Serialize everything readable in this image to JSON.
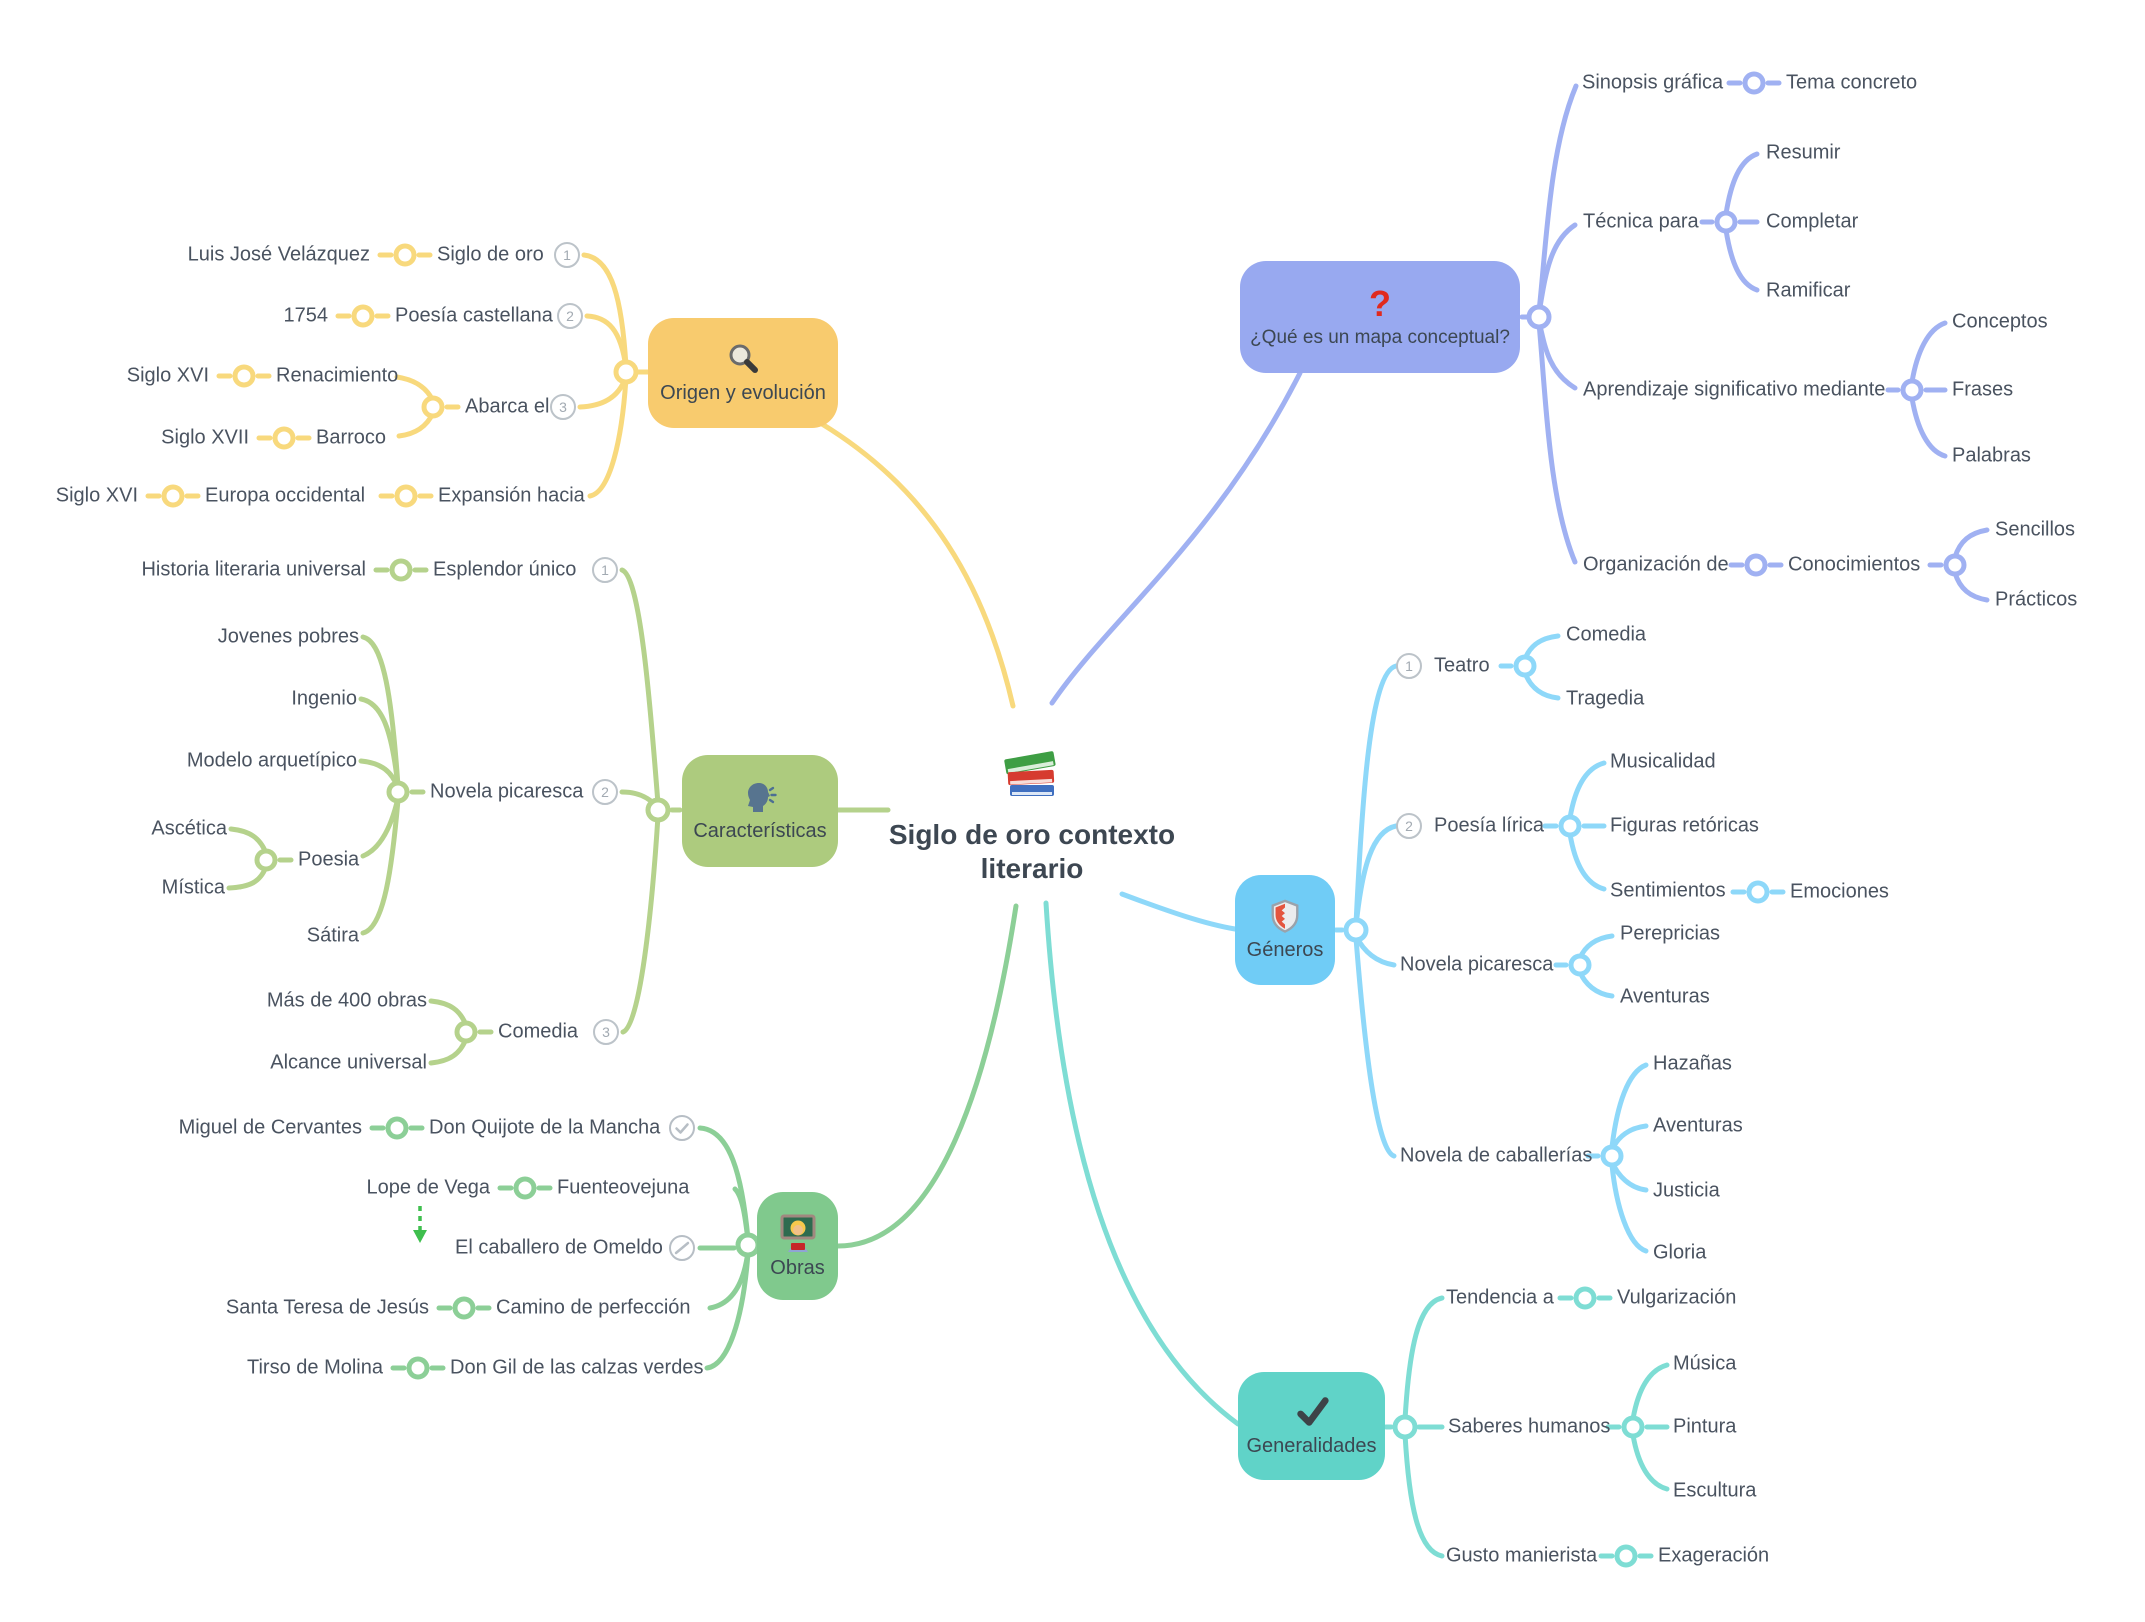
{
  "colors": {
    "origen_node": "#f8cb6e",
    "origen_line": "#f8d97d",
    "mapa_node": "#98a9f0",
    "mapa_line": "#a0b1f2",
    "mapa_question": "#e02a1e",
    "caracteristicas_node": "#adcb7e",
    "caracteristicas_line": "#b5d28c",
    "obras_node": "#80c98d",
    "obras_line": "#8ccf97",
    "obras_arrow": "#3fbf4e",
    "generos_node": "#70ccf6",
    "generos_line": "#8ed8f9",
    "generalidades_node": "#60d3c8",
    "generalidades_line": "#7eddd4",
    "text": "#4a5360",
    "badge": "#a2aab2"
  },
  "center": {
    "title": "Siglo de oro contexto literario"
  },
  "origen": {
    "node_label": "Origen y evolución",
    "row1_left": "Luis José Velázquez",
    "row1_right": "Siglo de oro",
    "row1_badge": "1",
    "row2_left": "1754",
    "row2_right": "Poesía castellana",
    "row2_badge": "2",
    "row3_left": "Siglo XVI",
    "row3_right": "Renacimiento",
    "row4_left": "Siglo XVII",
    "row4_right": "Barroco",
    "group_label": "Abarca el",
    "group_badge": "3",
    "row5_left": "Siglo XVI",
    "row5_mid": "Europa occidental",
    "row5_right": "Expansión hacia"
  },
  "mapa": {
    "node_label": "¿Qué es un mapa conceptual?",
    "node_icon": "?",
    "row1_left": "Sinopsis gráfica",
    "row1_right": "Tema concreto",
    "row2_left": "Técnica para",
    "row2_children": [
      "Resumir",
      "Completar",
      "Ramificar"
    ],
    "row3_left": "Aprendizaje significativo mediante",
    "row3_children": [
      "Conceptos",
      "Frases",
      "Palabras"
    ],
    "row4_left": "Organización de",
    "row4_mid": "Conocimientos",
    "row4_children": [
      "Sencillos",
      "Prácticos"
    ]
  },
  "caracteristicas": {
    "node_label": "Características",
    "row1_left": "Historia literaria universal",
    "row1_right": "Esplendor único",
    "row1_badge": "1",
    "novela_label": "Novela picaresca",
    "novela_badge": "2",
    "novela_children": [
      "Jovenes pobres",
      "Ingenio",
      "Modelo arquetípico",
      "Sátira"
    ],
    "poesia_label": "Poesia",
    "poesia_children": [
      "Ascética",
      "Mística"
    ],
    "comedia_label": "Comedia",
    "comedia_badge": "3",
    "comedia_children": [
      "Más de 400 obras",
      "Alcance universal"
    ]
  },
  "obras": {
    "node_label": "Obras",
    "row1_left": "Miguel de Cervantes",
    "row1_right": "Don Quijote de la Mancha",
    "row2_left": "Lope de Vega",
    "row2_right": "Fuenteovejuna",
    "row3_right": "El caballero de Omeldo",
    "row4_left": "Santa Teresa de Jesús",
    "row4_right": "Camino de perfección",
    "row5_left": "Tirso de Molina",
    "row5_right": "Don Gil de las calzas verdes"
  },
  "generos": {
    "node_label": "Géneros",
    "teatro_label": "Teatro",
    "teatro_badge": "1",
    "teatro_children": [
      "Comedia",
      "Tragedia"
    ],
    "poesia_label": "Poesía lírica",
    "poesia_badge": "2",
    "poesia_children": [
      "Musicalidad",
      "Figuras retóricas",
      "Sentimientos"
    ],
    "sentimientos_child": "Emociones",
    "picaresca_label": "Novela picaresca",
    "picaresca_children": [
      "Perepricias",
      "Aventuras"
    ],
    "caballerias_label": "Novela de caballerías",
    "caballerias_children": [
      "Hazañas",
      "Aventuras",
      "Justicia",
      "Gloria"
    ]
  },
  "generalidades": {
    "node_label": "Generalidades",
    "row1_left": "Tendencia a",
    "row1_right": "Vulgarización",
    "row2_left": "Saberes humanos",
    "row2_children": [
      "Música",
      "Pintura",
      "Escultura"
    ],
    "row3_left": "Gusto manierista",
    "row3_right": "Exageración"
  }
}
